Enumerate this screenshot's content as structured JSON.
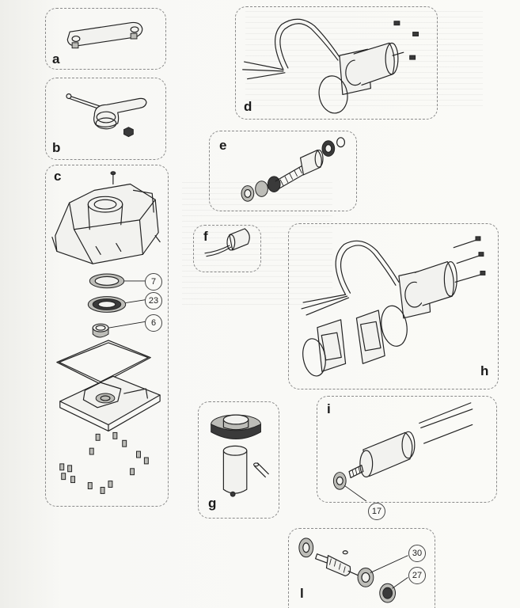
{
  "panels": {
    "a": {
      "letter": "a"
    },
    "b": {
      "letter": "b"
    },
    "c": {
      "letter": "c",
      "callouts": [
        "7",
        "23",
        "6"
      ]
    },
    "d": {
      "letter": "d"
    },
    "e": {
      "letter": "e"
    },
    "f": {
      "letter": "f"
    },
    "g": {
      "letter": "g"
    },
    "h": {
      "letter": "h"
    },
    "i": {
      "letter": "i",
      "callouts": [
        "17"
      ]
    },
    "l": {
      "letter": "l",
      "callouts": [
        "30",
        "27"
      ]
    }
  }
}
